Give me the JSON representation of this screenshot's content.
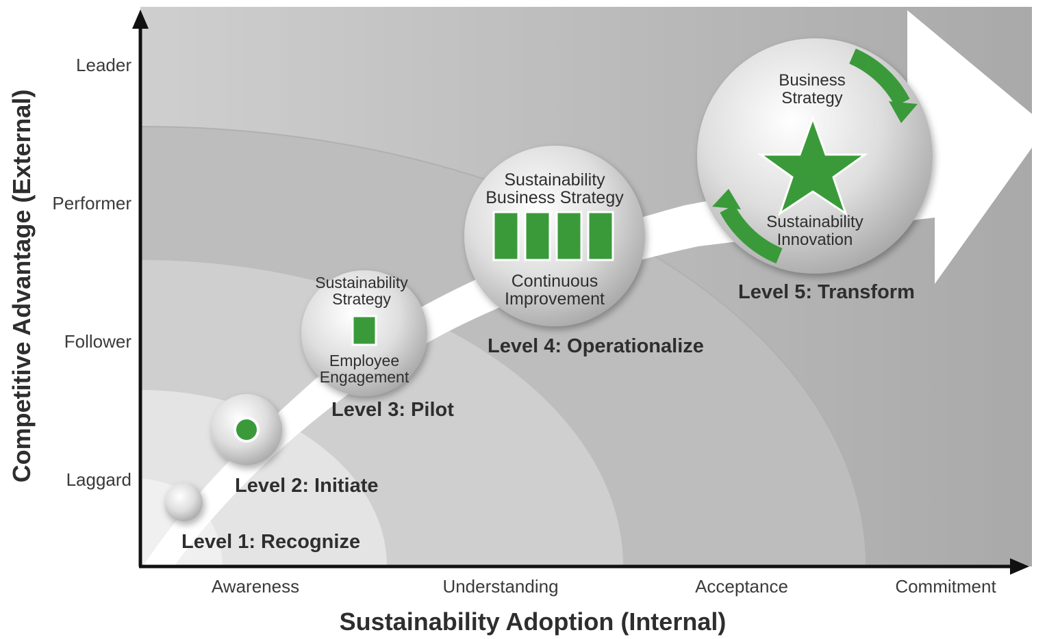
{
  "axes": {
    "y_title": "Competitive Advantage (External)",
    "x_title": "Sustainability Adoption (Internal)",
    "y_levels": [
      "Leader",
      "Performer",
      "Follower",
      "Laggard"
    ],
    "x_levels": [
      "Awareness",
      "Understanding",
      "Acceptance",
      "Commitment"
    ]
  },
  "levels": [
    {
      "title": "Level 1: Recognize"
    },
    {
      "title": "Level 2: Initiate"
    },
    {
      "title": "Level 3: Pilot",
      "top_text_1": "Sustainability",
      "top_text_2": "Strategy",
      "bottom_text_1": "Employee",
      "bottom_text_2": "Engagement"
    },
    {
      "title": "Level 4: Operationalize",
      "top_text_1": "Sustainability",
      "top_text_2": "Business Strategy",
      "bottom_text_1": "Continuous",
      "bottom_text_2": "Improvement"
    },
    {
      "title": "Level 5: Transform",
      "top_text_1": "Business",
      "top_text_2": "Strategy",
      "bottom_text_1": "Sustainability",
      "bottom_text_2": "Innovation"
    }
  ],
  "colors": {
    "accent_green": "#3a9a3a",
    "background_dark": "#a8a8a8",
    "axis": "#111111"
  }
}
